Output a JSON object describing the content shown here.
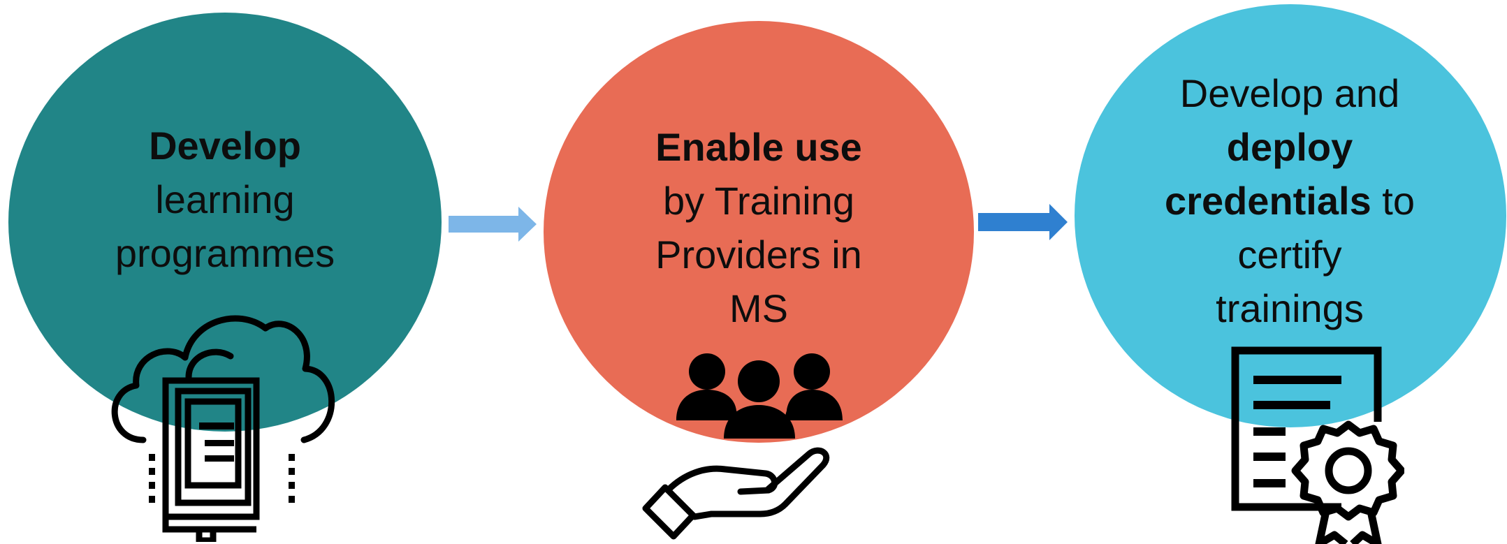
{
  "colors": {
    "circle_1": "#218587",
    "circle_2": "#E86C55",
    "circle_3": "#4BC3DD",
    "arrow_1": "#7DB6E8",
    "arrow_2": "#2F80D0",
    "icon_stroke": "#000000"
  },
  "steps": [
    {
      "bold": "Develop",
      "lines": [
        "learning",
        "programmes"
      ],
      "icon": "cloud-book-icon"
    },
    {
      "bold": "Enable use",
      "lines": [
        "by Training",
        "Providers in",
        "MS"
      ],
      "icon": "people-on-hand-icon"
    },
    {
      "line1": "Develop and",
      "bold1": "deploy",
      "bold2": "credentials",
      "to": " to",
      "lines": [
        "certify",
        "trainings"
      ],
      "icon": "certificate-icon"
    }
  ]
}
